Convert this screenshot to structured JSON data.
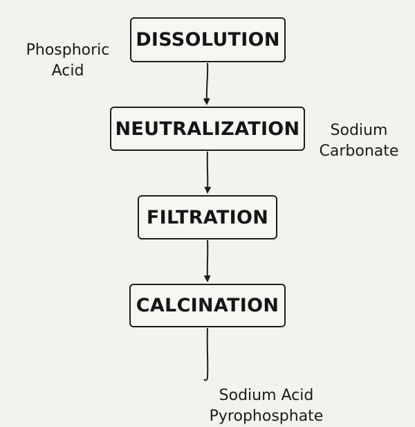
{
  "process_steps": [
    "DISSOLUTION",
    "NEUTRALIZATION",
    "FILTRATION",
    "CALCINATION"
  ],
  "inputs": {
    "acid": {
      "line1": "Phosphoric",
      "line2": "Acid"
    },
    "base": {
      "line1": "Sodium",
      "line2": "Carbonate"
    }
  },
  "product": {
    "line1": "Sodium Acid",
    "line2": "Pyrophosphate"
  }
}
